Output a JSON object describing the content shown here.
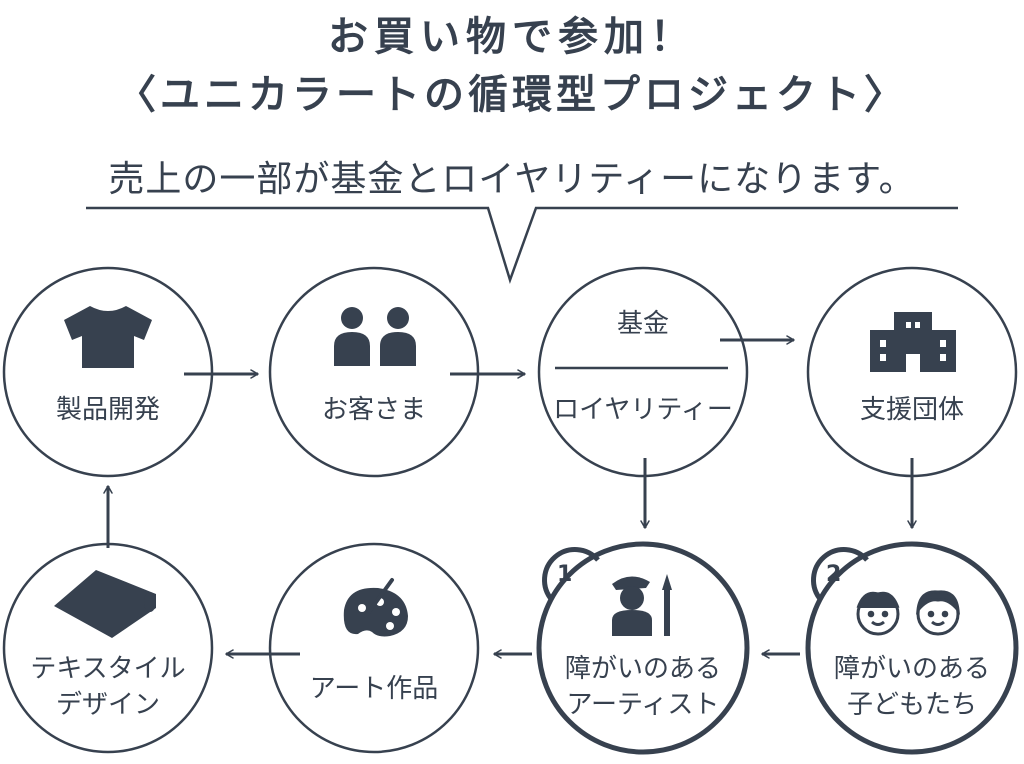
{
  "title": {
    "line1": "お買い物で参加！",
    "line2": "〈ユニカラートの循環型プロジェクト〉"
  },
  "subtitle": "売上の一部が基金とロイヤリティーになります。",
  "nodes": {
    "product_development": "製品開発",
    "customers": "お客さま",
    "fund": "基金",
    "royalty": "ロイヤリティー",
    "support_organization": "支援団体",
    "artists_line1": "障がいのある",
    "artists_line2": "アーティスト",
    "artists_number": "1",
    "children_line1": "障がいのある",
    "children_line2": "子どもたち",
    "children_number": "2",
    "artwork": "アート作品",
    "textile_line1": "テキスタイル",
    "textile_line2": "デザイン"
  },
  "colors": {
    "ink": "#37414f",
    "background": "#ffffff"
  },
  "icons": {
    "product_development": "tshirt-icon",
    "customers": "people-icon",
    "support_organization": "building-icon",
    "artists": "artist-painter-icon",
    "children": "children-faces-icon",
    "artwork": "palette-icon",
    "textile": "fabric-roll-icon"
  }
}
